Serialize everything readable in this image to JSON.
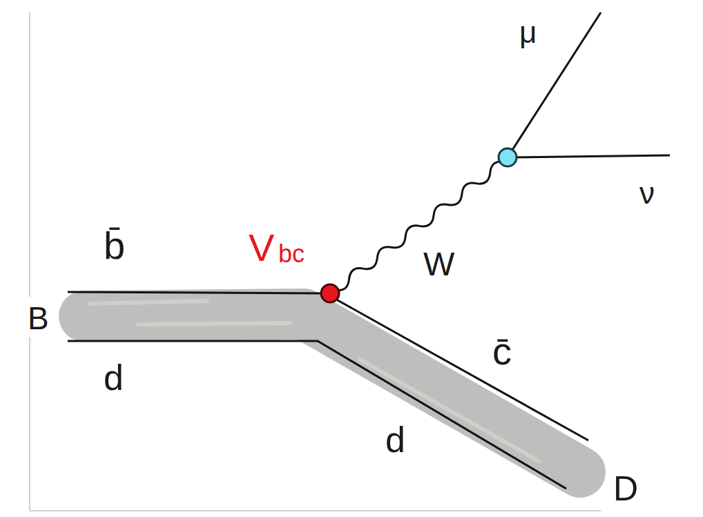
{
  "diagram": {
    "labels": [
      "μ",
      "ν",
      "b̄",
      "V",
      "bc",
      "W",
      "B",
      "d",
      "c̄",
      "d",
      "D"
    ]
  }
}
